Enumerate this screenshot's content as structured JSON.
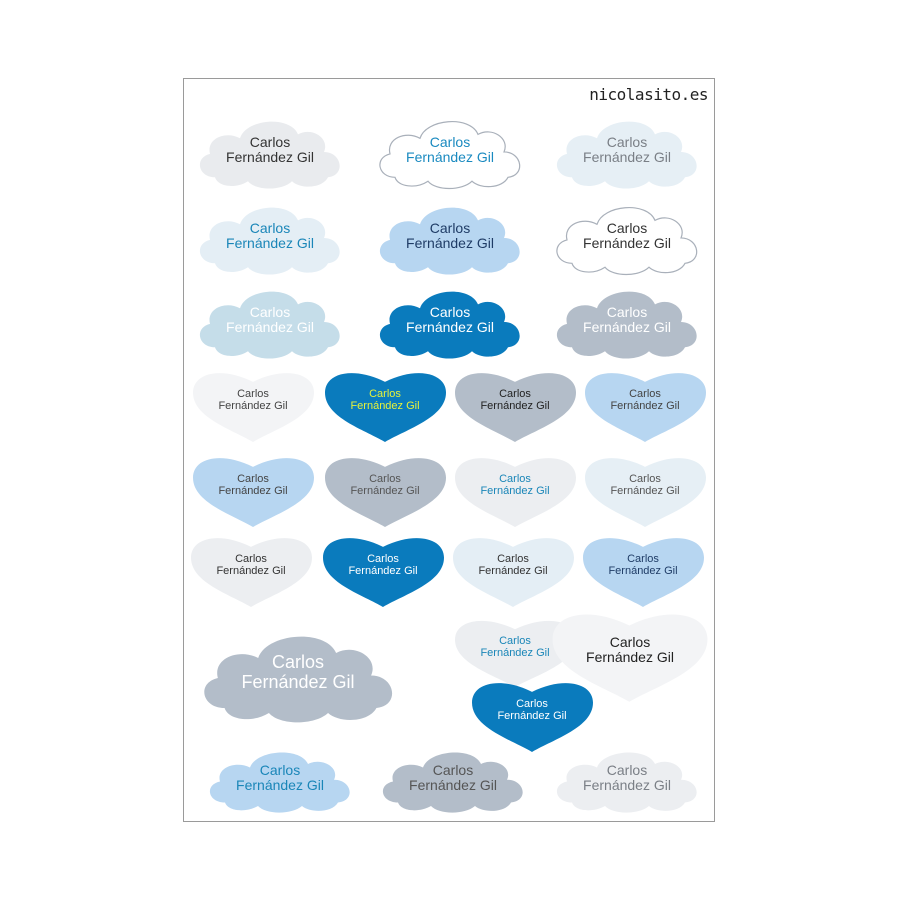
{
  "brand": "nicolasito.es",
  "stickers": [
    {
      "shape": "cloud",
      "line1": "Carlos",
      "line2": "Fernández Gil",
      "fill": "#e9ebee",
      "text": "#333333"
    },
    {
      "shape": "cloud",
      "line1": "Carlos",
      "line2": "Fernández Gil",
      "fill": "#ffffff",
      "stroke": "#a9b0ba",
      "text": "#1a8ac0"
    },
    {
      "shape": "cloud",
      "line1": "Carlos",
      "line2": "Fernández Gil",
      "fill": "#e6eff5",
      "text": "#7a7f86"
    },
    {
      "shape": "cloud",
      "line1": "Carlos",
      "line2": "Fernández Gil",
      "fill": "#e4eef5",
      "text": "#1a86b8"
    },
    {
      "shape": "cloud",
      "line1": "Carlos",
      "line2": "Fernández Gil",
      "fill": "#b7d6f1",
      "text": "#1f3c66"
    },
    {
      "shape": "cloud",
      "line1": "Carlos",
      "line2": "Fernández Gil",
      "fill": "#ffffff",
      "stroke": "#a9b0ba",
      "text": "#333333"
    },
    {
      "shape": "cloud",
      "line1": "Carlos",
      "line2": "Fernández Gil",
      "fill": "#c5dde9",
      "text": "#ffffff"
    },
    {
      "shape": "cloud",
      "line1": "Carlos",
      "line2": "Fernández Gil",
      "fill": "#0a7bbd",
      "text": "#ffffff"
    },
    {
      "shape": "cloud",
      "line1": "Carlos",
      "line2": "Fernández Gil",
      "fill": "#b3bdc9",
      "text": "#ffffff"
    },
    {
      "shape": "heart",
      "line1": "Carlos",
      "line2": "Fernández Gil",
      "fill": "#f3f4f6",
      "text": "#444444"
    },
    {
      "shape": "heart",
      "line1": "Carlos",
      "line2": "Fernández Gil",
      "fill": "#0a7bbd",
      "text": "#e6f23a"
    },
    {
      "shape": "heart",
      "line1": "Carlos",
      "line2": "Fernández Gil",
      "fill": "#b3bdc9",
      "text": "#222222"
    },
    {
      "shape": "heart",
      "line1": "Carlos",
      "line2": "Fernández Gil",
      "fill": "#b7d6f1",
      "text": "#444444"
    },
    {
      "shape": "heart",
      "line1": "Carlos",
      "line2": "Fernández Gil",
      "fill": "#b7d6f1",
      "text": "#444444"
    },
    {
      "shape": "heart",
      "line1": "Carlos",
      "line2": "Fernández Gil",
      "fill": "#b3bdc9",
      "text": "#555555"
    },
    {
      "shape": "heart",
      "line1": "Carlos",
      "line2": "Fernández Gil",
      "fill": "#eceef1",
      "text": "#1a86b8"
    },
    {
      "shape": "heart",
      "line1": "Carlos",
      "line2": "Fernández Gil",
      "fill": "#e6eff5",
      "text": "#555555"
    },
    {
      "shape": "heart",
      "line1": "Carlos",
      "line2": "Fernández Gil",
      "fill": "#eceef1",
      "text": "#333333"
    },
    {
      "shape": "heart",
      "line1": "Carlos",
      "line2": "Fernández Gil",
      "fill": "#0a7bbd",
      "text": "#ffffff"
    },
    {
      "shape": "heart",
      "line1": "Carlos",
      "line2": "Fernández Gil",
      "fill": "#e4eef5",
      "text": "#333333"
    },
    {
      "shape": "heart",
      "line1": "Carlos",
      "line2": "Fernández Gil",
      "fill": "#b7d6f1",
      "text": "#1f3c66"
    },
    {
      "shape": "cloud",
      "line1": "Carlos",
      "line2": "Fernández Gil",
      "fill": "#b3bdc9",
      "text": "#ffffff"
    },
    {
      "shape": "heart",
      "line1": "Carlos",
      "line2": "Fernández Gil",
      "fill": "#eceef1",
      "text": "#1a86b8"
    },
    {
      "shape": "heart",
      "line1": "Carlos",
      "line2": "Fernández Gil",
      "fill": "#f3f4f6",
      "text": "#222222"
    },
    {
      "shape": "heart",
      "line1": "Carlos",
      "line2": "Fernández Gil",
      "fill": "#0a7bbd",
      "text": "#ffffff"
    },
    {
      "shape": "cloud",
      "line1": "Carlos",
      "line2": "Fernández Gil",
      "fill": "#b7d6f1",
      "text": "#1a86b8"
    },
    {
      "shape": "cloud",
      "line1": "Carlos",
      "line2": "Fernández Gil",
      "fill": "#b3bdc9",
      "text": "#555555"
    },
    {
      "shape": "cloud",
      "line1": "Carlos",
      "line2": "Fernández Gil",
      "fill": "#eceef1",
      "text": "#7a7f86"
    }
  ]
}
